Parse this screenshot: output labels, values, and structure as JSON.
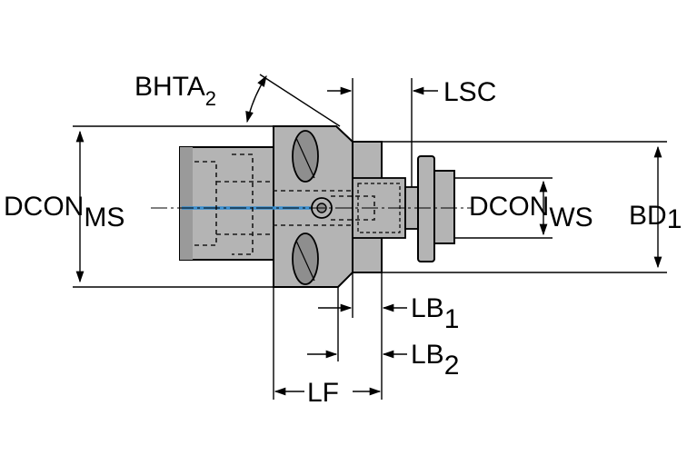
{
  "colors": {
    "body_fill": "#b4b4b4",
    "body_dark": "#8e8e8e",
    "coolant": "#3a8fd0",
    "line": "#000000"
  },
  "labels": {
    "bhta": {
      "main": "BHTA",
      "sub": "2"
    },
    "lsc": {
      "main": "LSC"
    },
    "dcon_ms": {
      "main": "DCON",
      "sub": "MS"
    },
    "dcon_ws": {
      "main": "DCON",
      "sub": "WS"
    },
    "bd": {
      "main": "BD",
      "sub": "1"
    },
    "lb1": {
      "main": "LB",
      "sub": "1"
    },
    "lb2": {
      "main": "LB",
      "sub": "2"
    },
    "lf": {
      "main": "LF"
    }
  }
}
